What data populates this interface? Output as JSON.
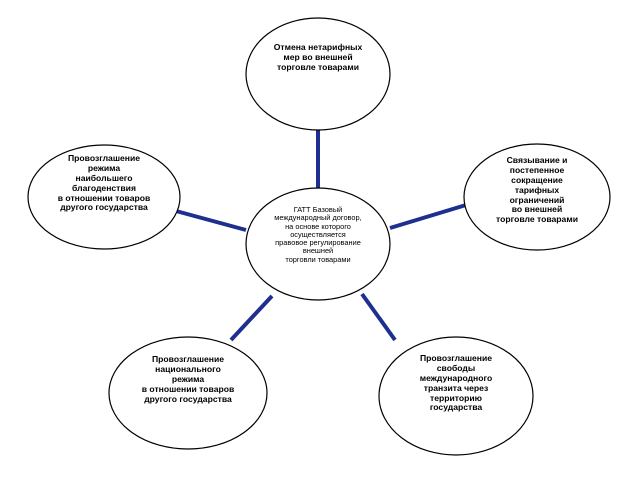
{
  "diagram": {
    "center": {
      "text": "ГАТТ Базовый\nмеждународный договор,\nна основе которого\nосуществляется\nправовое регулирование\nвнешней\nторговли товарами"
    },
    "nodes": [
      {
        "id": "top",
        "text": "Отмена нетарифных\nмер во внешней\nторговле  товарами"
      },
      {
        "id": "right",
        "text": "Связывание и\nпостепенное\nсокращение\nтарифных\nограничений\nво внешней\nторговле товарами"
      },
      {
        "id": "bottom-right",
        "text": "Провозглашение\nсвободы\nмеждународного\nтранзита через\nтерриторию\nгосударства"
      },
      {
        "id": "bottom-left",
        "text": "Провозглашение\nнационального\nрежима\nв отношении товаров\nдругого государства"
      },
      {
        "id": "left",
        "text": "Провозглашение\nрежима\nнаибольшего\nблагоденствия\nв отношении товаров\nдругого государства"
      }
    ],
    "colors": {
      "connector": "#1f2f8f",
      "outline": "#000000",
      "fill": "#ffffff"
    }
  }
}
